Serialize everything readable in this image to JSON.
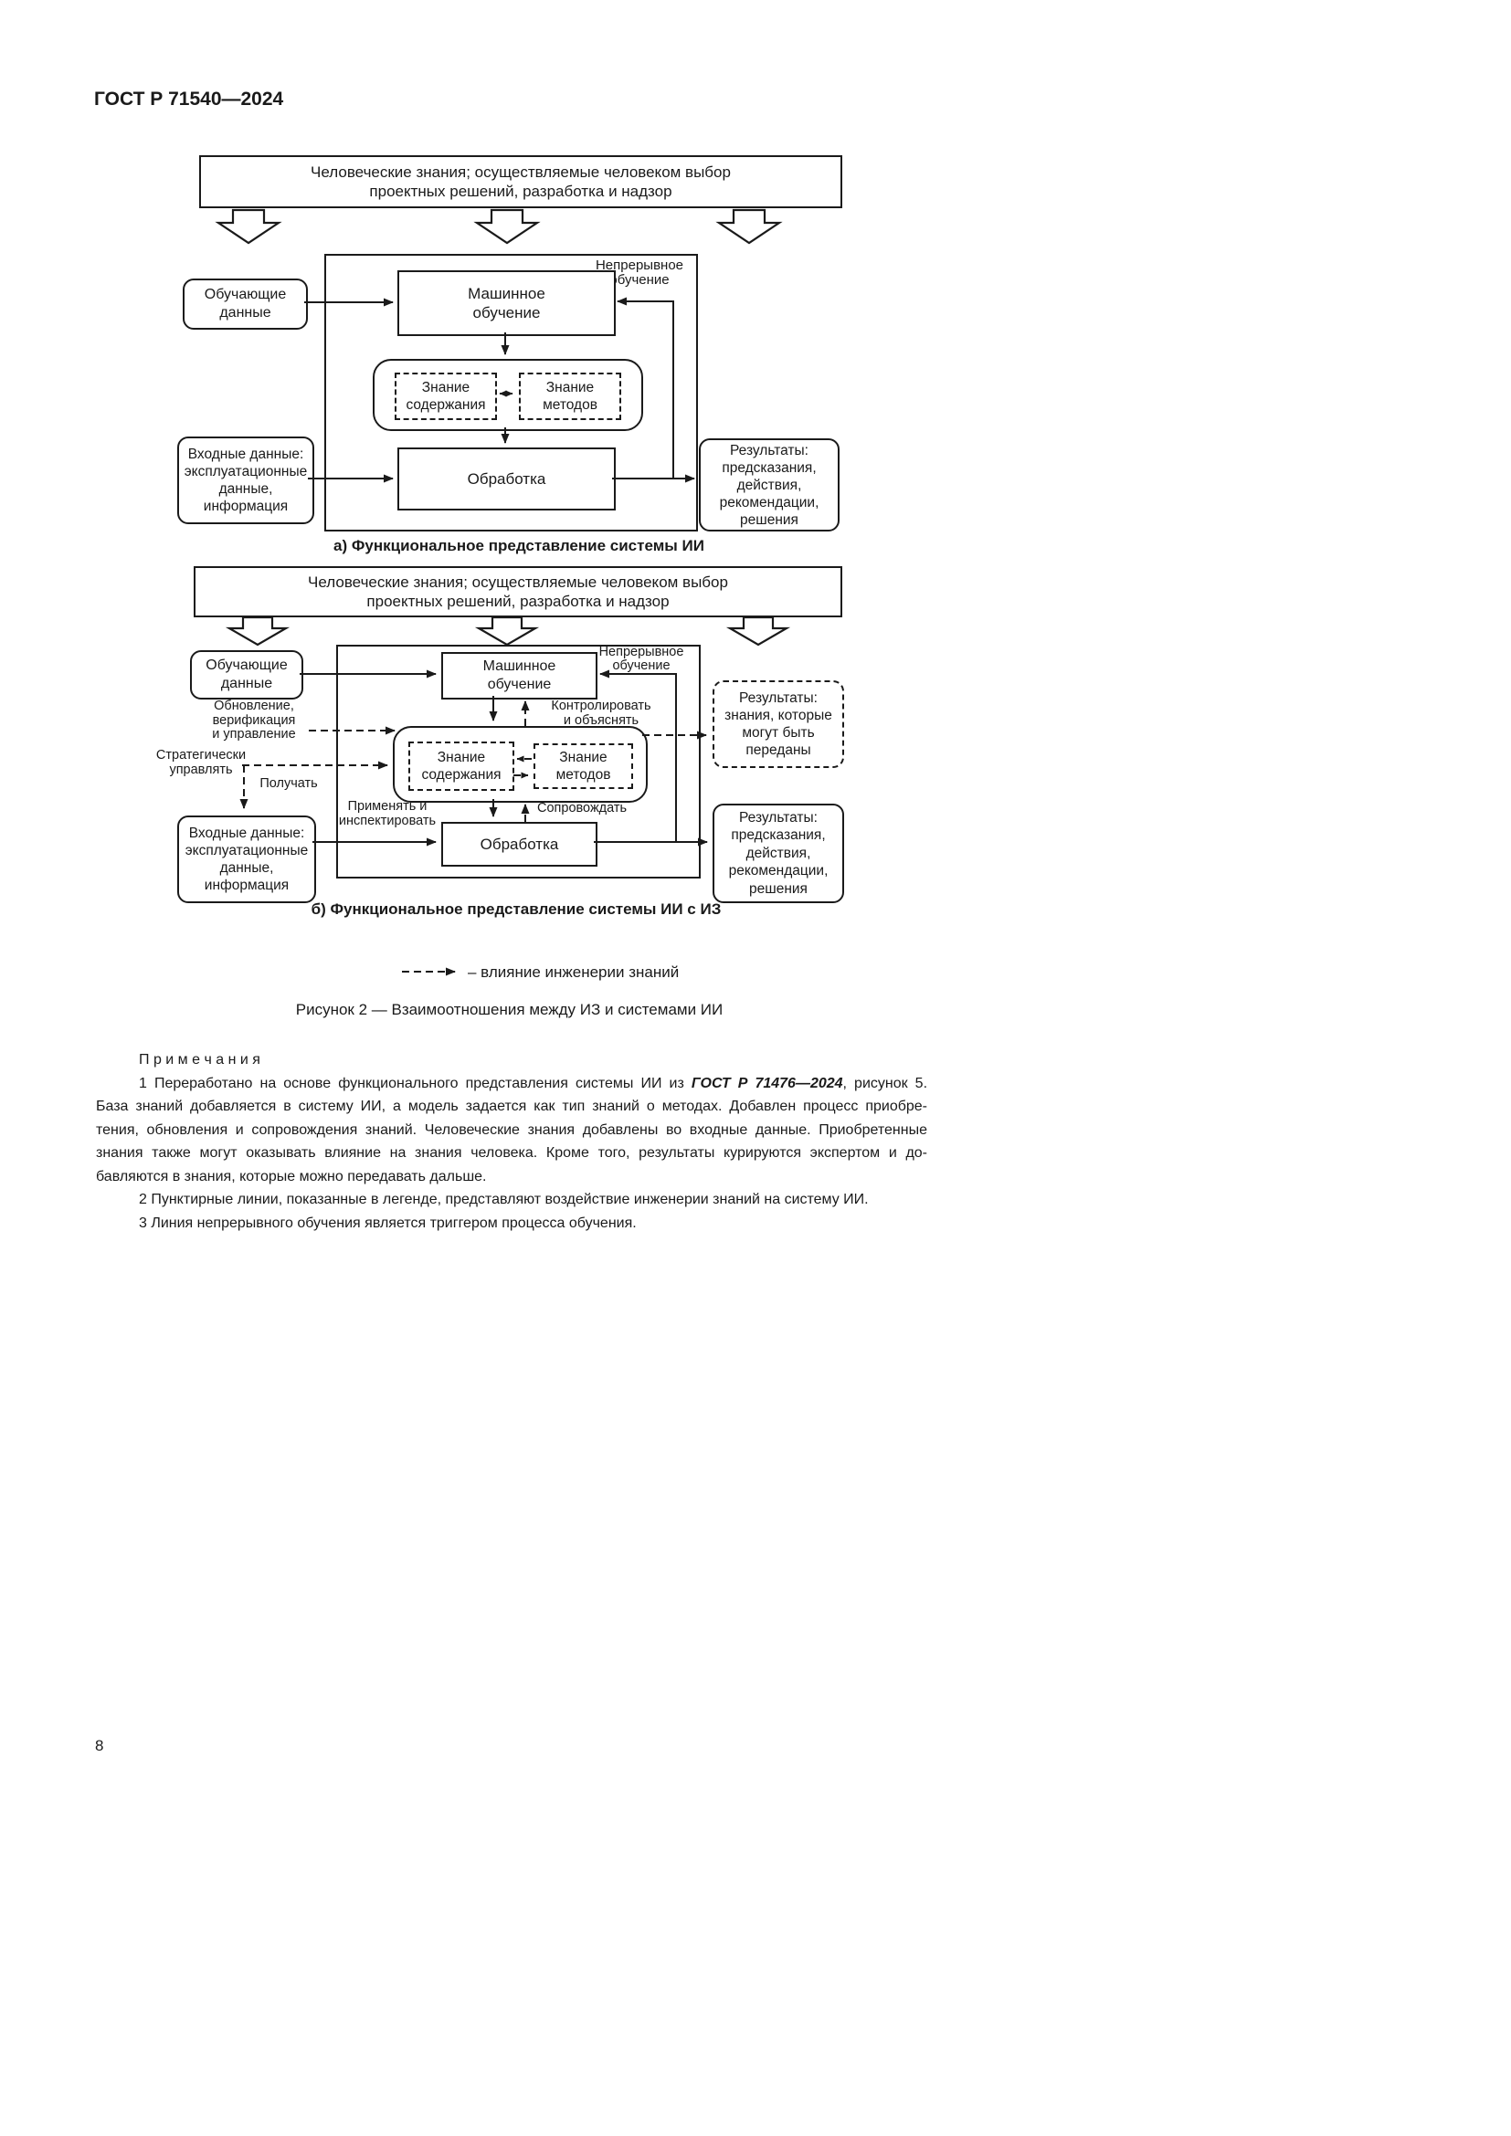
{
  "colors": {
    "ink": "#1a1a1a",
    "paper": "#ffffff"
  },
  "page": {
    "header": "ГОСТ Р 71540—2024",
    "number": "8"
  },
  "diagram_a": {
    "banner": "Человеческие знания; осуществляемые человеком выбор\nпроектных решений, разработка и надзор",
    "training_data": "Обучающие\nданные",
    "machine_learning": "Машинное\nобучение",
    "continuous_learning": "Непрерывное\nобучение",
    "knowledge_content": "Знание\nсодержания",
    "knowledge_methods": "Знание\nметодов",
    "processing": "Обработка",
    "input_data": "Входные данные:\nэксплуатационные\nданные,\nинформация",
    "results": "Результаты:\nпредсказания,\nдействия,\nрекомендации,\nрешения",
    "caption": "а) Функциональное представление системы ИИ"
  },
  "diagram_b": {
    "banner": "Человеческие знания; осуществляемые человеком выбор\nпроектных решений, разработка и надзор",
    "training_data": "Обучающие\nданные",
    "machine_learning": "Машинное\nобучение",
    "continuous_learning": "Непрерывное\nобучение",
    "control_explain": "Контролировать\nи объяснять",
    "update_verify": "Обновление, верификация\nи управление",
    "strategic_manage": "Стратегически\nуправлять",
    "obtain": "Получать",
    "apply_inspect": "Применять и\nинспектировать",
    "maintain": "Сопровождать",
    "knowledge_content": "Знание\nсодержания",
    "knowledge_methods": "Знание\nметодов",
    "processing": "Обработка",
    "input_data": "Входные данные:\nэксплуатационные\nданные,\nинформация",
    "results_knowledge": "Результаты:\nзнания, которые\nмогут быть\nпереданы",
    "results": "Результаты:\nпредсказания,\nдействия,\nрекомендации,\nрешения",
    "caption": "б) Функциональное представление системы ИИ с ИЗ"
  },
  "legend": {
    "label": "– влияние инженерии знаний"
  },
  "figure_caption": "Рисунок 2 — Взаимоотношения между ИЗ и системами ИИ",
  "notes": {
    "title": "П р и м е ч а н и я",
    "note1_intro": "1 Переработано на основе функционального представления системы ИИ из ",
    "note1_ref": "ГОСТ Р 71476—2024",
    "note1_after_ref": ", рисунок 5.",
    "note1_lines": [
      "База знаний добавляется в систему ИИ, а модель задается как тип знаний о методах. Добавлен процесс приобре-",
      "тения, обновления и сопровождения знаний. Человеческие знания добавлены во входные данные. Приобретенные",
      "знания также могут оказывать влияние на знания человека. Кроме того, результаты курируются экспертом и до-",
      "бавляются в знания, которые можно передавать дальше."
    ],
    "note2": "2 Пунктирные линии, показанные в легенде, представляют воздействие инженерии знаний на систему ИИ.",
    "note3": "3 Линия непрерывного обучения является триггером процесса обучения."
  }
}
